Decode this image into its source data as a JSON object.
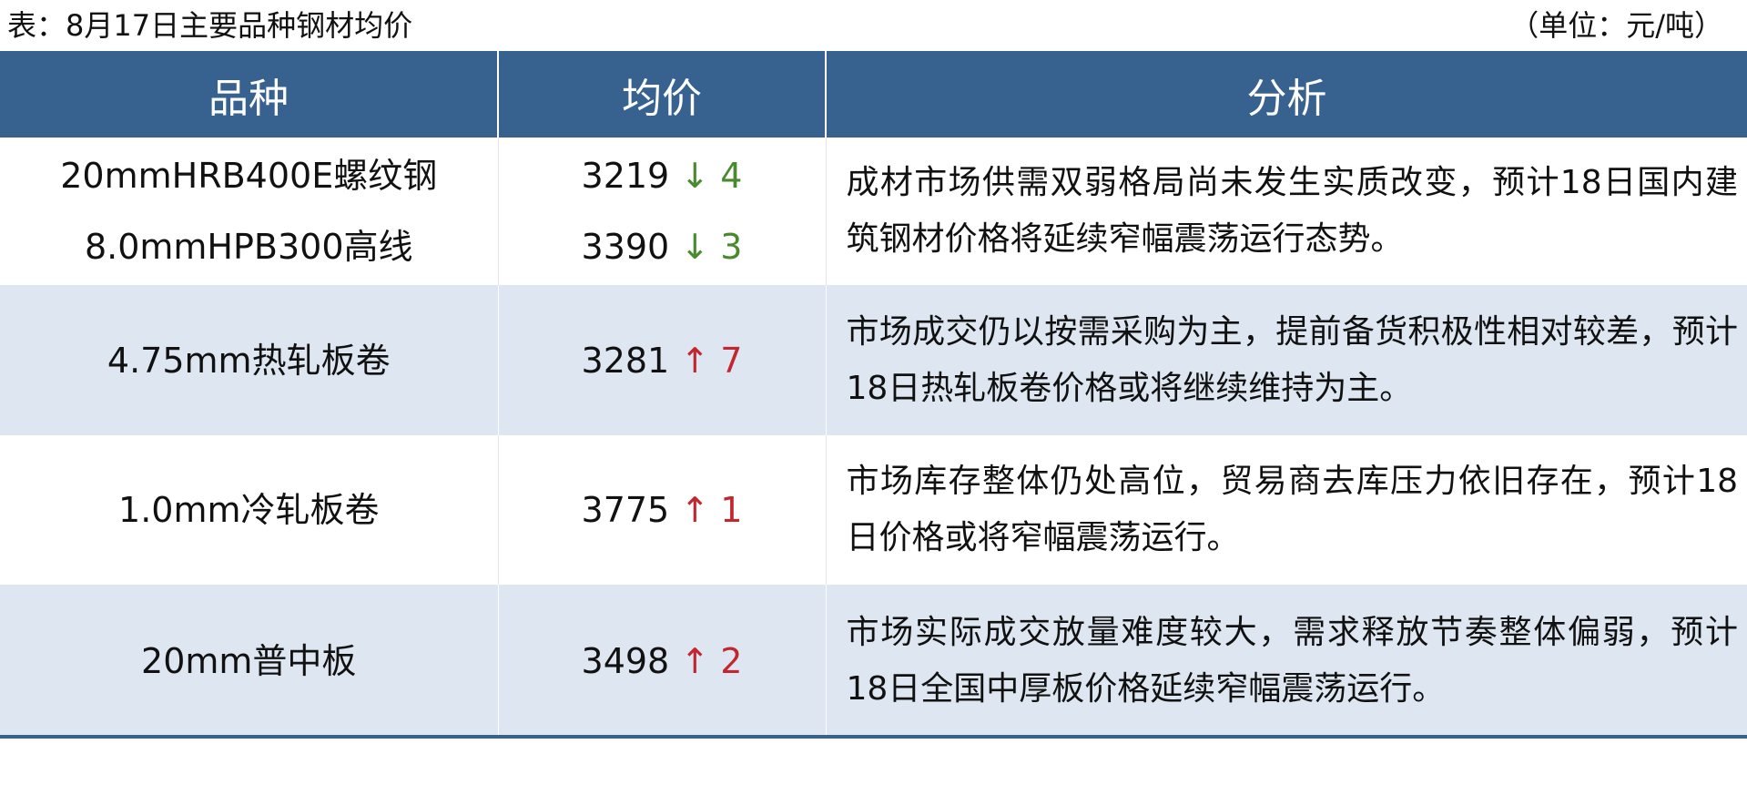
{
  "caption": {
    "title": "表：8月17日主要品种钢材均价",
    "unit": "（单位：元/吨）"
  },
  "table": {
    "headers": [
      "品种",
      "均价",
      "分析"
    ],
    "rows": [
      {
        "products": [
          "20mmHRB400E螺纹钢",
          "8.0mmHPB300高线"
        ],
        "prices": [
          {
            "value": "3219",
            "arrow": "↓",
            "change": "4",
            "direction": "down"
          },
          {
            "value": "3390",
            "arrow": "↓",
            "change": "3",
            "direction": "down"
          }
        ],
        "analysis": "成材市场供需双弱格局尚未发生实质改变，预计18日国内建筑钢材价格将延续窄幅震荡运行态势。"
      },
      {
        "products": [
          "4.75mm热轧板卷"
        ],
        "prices": [
          {
            "value": "3281",
            "arrow": "↑",
            "change": "7",
            "direction": "up"
          }
        ],
        "analysis": "市场成交仍以按需采购为主，提前备货积极性相对较差，预计18日热轧板卷价格或将继续维持为主。"
      },
      {
        "products": [
          "1.0mm冷轧板卷"
        ],
        "prices": [
          {
            "value": "3775",
            "arrow": "↑",
            "change": "1",
            "direction": "up"
          }
        ],
        "analysis": "市场库存整体仍处高位，贸易商去库压力依旧存在，预计18日价格或将窄幅震荡运行。"
      },
      {
        "products": [
          "20mm普中板"
        ],
        "prices": [
          {
            "value": "3498",
            "arrow": "↑",
            "change": "2",
            "direction": "up"
          }
        ],
        "analysis": "市场实际成交放量难度较大，需求释放节奏整体偏弱，预计18日全国中厚板价格延续窄幅震荡运行。"
      }
    ]
  },
  "colors": {
    "header_bg": "#37618f",
    "row_alt_bg": "#dde6f1",
    "down": "#4a8a2e",
    "up": "#c2262e"
  }
}
